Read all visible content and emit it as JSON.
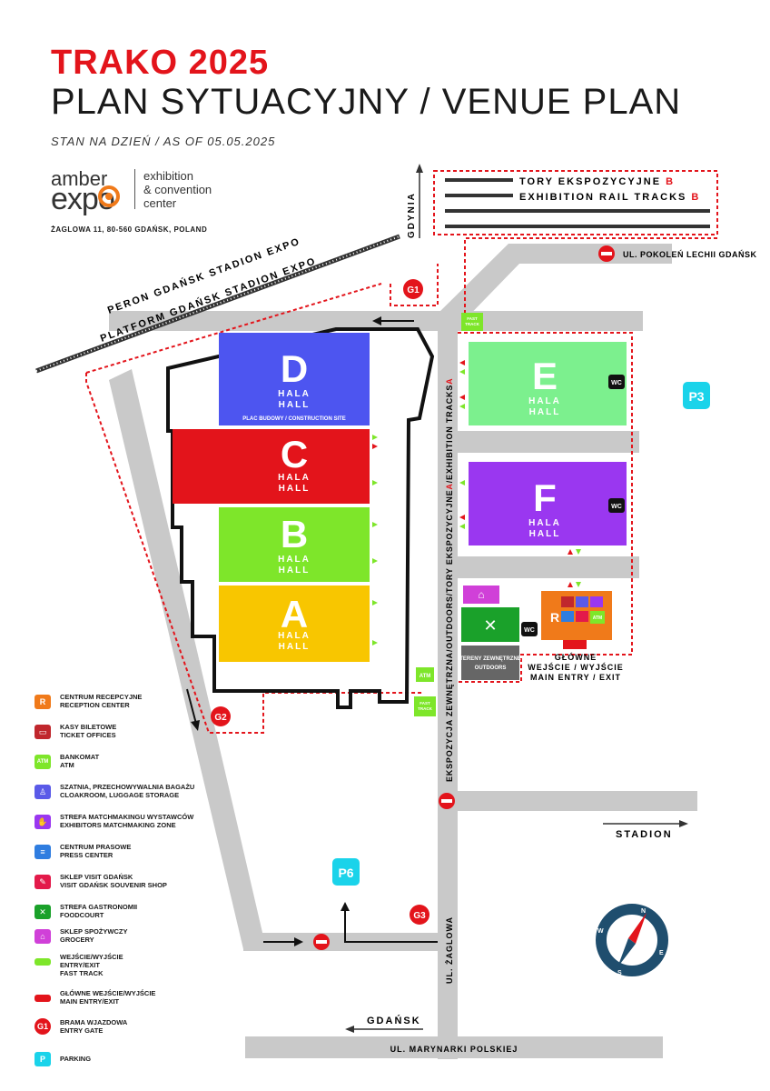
{
  "header": {
    "title": "TRAKO 2025",
    "subtitle": "PLAN SYTUACYJNY / VENUE PLAN",
    "date_note": "STAN NA DZIEŃ  / AS OF 05.05.2025"
  },
  "logo": {
    "word1": "amber",
    "word2": "expo",
    "line1": "exhibition",
    "line2": "& convention",
    "line3": "center",
    "address": "ŻAGLOWA 11, 80-560 GDAŃSK, POLAND"
  },
  "halls": {
    "d": {
      "letter": "D",
      "pl": "HALA",
      "en": "HALL",
      "note": "PLAC BUDOWY / CONSTRUCTION SITE",
      "color": "#4d55f0"
    },
    "c": {
      "letter": "C",
      "pl": "HALA",
      "en": "HALL",
      "color": "#e3141b"
    },
    "b": {
      "letter": "B",
      "pl": "HALA",
      "en": "HALL",
      "color": "#7ee62a"
    },
    "a": {
      "letter": "A",
      "pl": "HALA",
      "en": "HALL",
      "color": "#f8c600"
    },
    "e": {
      "letter": "E",
      "pl": "HALA",
      "en": "HALL",
      "color": "#7cf08e"
    },
    "f": {
      "letter": "F",
      "pl": "HALA",
      "en": "HALL",
      "color": "#9a37f0"
    }
  },
  "map": {
    "rail_b_pl": "TORY EKSPOZYCYJNE",
    "rail_b_en": "EXHIBITION RAIL TRACKS",
    "rail_b_suffix": "B",
    "platform_pl": "PERON GDAŃSK STADION EXPO",
    "platform_en": "PLATFORM GDAŃSK STADION EXPO",
    "gdynia": "GDYNIA",
    "street_pokolen": "UL. POKOLEŃ LECHII GDAŃSK",
    "street_zaglowa": "UL. ŻAGLOWA",
    "street_marynarki": "UL. MARYNARKI POLSKIEJ",
    "gdansk": "GDAŃSK",
    "stadion": "STADION",
    "vertical_label": "EKSPOZYCJA ZEWNĘTRZNA/OUTDOORS/TORY EKSPOZYCYJNE",
    "vertical_label_suffix": "A",
    "vertical_label_en": "/EXHIBITION TRACKS",
    "g1": "G1",
    "g2": "G2",
    "g3": "G3",
    "p3": "P3",
    "p6": "P6",
    "wc": "WC",
    "fast_track_l1": "FAST",
    "fast_track_l2": "TRACK",
    "atm": "ATM",
    "outdoor_pl": "TERENY ZEWNĘTRZNE",
    "outdoor_en": "OUTDOORS",
    "reception_letter": "R",
    "main_entry_pl1": "GŁÓWNE",
    "main_entry_pl2": "WEJŚCIE / WYJŚCIE",
    "main_entry_en": "MAIN ENTRY / EXIT",
    "compass_n": "N",
    "compass_e": "E",
    "compass_s": "S",
    "compass_w": "W"
  },
  "legend": [
    {
      "icon": "R",
      "color": "#f07a1a",
      "pl": "CENTRUM RECEPCYJNE",
      "en": "RECEPTION CENTER"
    },
    {
      "icon": "▭",
      "color": "#c0272d",
      "pl": "KASY BILETOWE",
      "en": "TICKET OFFICES"
    },
    {
      "icon": "ATM",
      "color": "#7ee62a",
      "pl": "BANKOMAT",
      "en": "ATM"
    },
    {
      "icon": "♙",
      "color": "#5a5ae8",
      "pl": "SZATNIA, PRZECHOWYWALNIA BAGAŻU",
      "en": "CLOAKROOM, LUGGAGE STORAGE"
    },
    {
      "icon": "✋",
      "color": "#9a37f0",
      "pl": "STREFA MATCHMAKINGU WYSTAWCÓW",
      "en": "EXHIBITORS MATCHMAKING ZONE"
    },
    {
      "icon": "≡",
      "color": "#2f7de0",
      "pl": "CENTRUM PRASOWE",
      "en": "PRESS CENTER"
    },
    {
      "icon": "✎",
      "color": "#e31a4a",
      "pl": "SKLEP VISIT GDAŃSK",
      "en": "VISIT GDAŃSK SOUVENIR SHOP"
    },
    {
      "icon": "✕",
      "color": "#1aa12a",
      "pl": "STREFA GASTRONOMII",
      "en": "FOODCOURT"
    },
    {
      "icon": "⌂",
      "color": "#d040d8",
      "pl": "SKLEP SPOŻYWCZY",
      "en": "GROCERY"
    },
    {
      "icon": "",
      "color": "#7ee62a",
      "pl": "WEJŚCIE/WYJŚCIE",
      "en": "ENTRY/EXIT",
      "en2": "FAST TRACK"
    },
    {
      "icon": "",
      "color": "#e3141b",
      "pl": "GŁÓWNE WEJŚCIE/WYJŚCIE",
      "en": "MAIN ENTRY/EXIT"
    },
    {
      "icon": "G1",
      "color": "#e3141b",
      "pl": "BRAMA WJAZDOWA",
      "en": "ENTRY GATE"
    },
    {
      "icon": "P",
      "color": "#1ad3ea",
      "pl": "PARKING",
      "en": ""
    }
  ]
}
